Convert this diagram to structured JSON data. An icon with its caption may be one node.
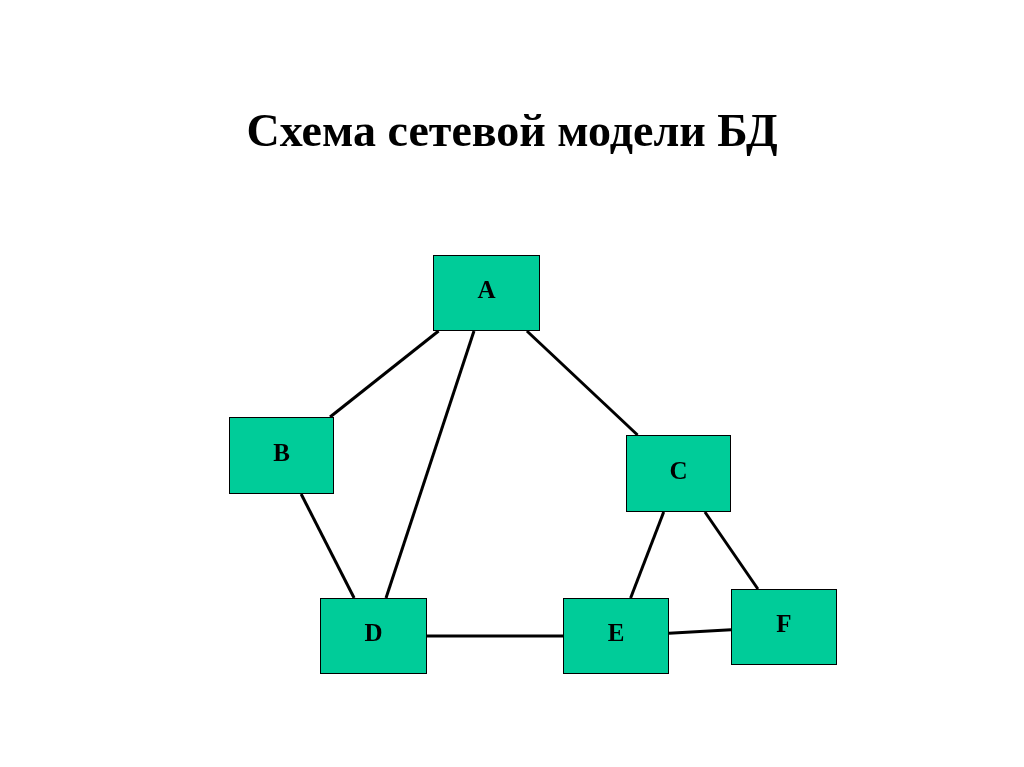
{
  "diagram": {
    "title": "Схема сетевой модели БД",
    "nodes": [
      {
        "text": [
          "A"
        ]
      },
      {
        "text": [
          "B"
        ]
      },
      {
        "text": [
          "C"
        ]
      },
      {
        "text": [
          "D"
        ]
      },
      {
        "text": [
          "E"
        ]
      },
      {
        "text": [
          "F"
        ]
      }
    ],
    "edges": [
      {
        "from": 0,
        "to": 1,
        "arrow": "none"
      },
      {
        "from": 0,
        "to": 3,
        "arrow": "none"
      },
      {
        "from": 0,
        "to": 2,
        "arrow": "none"
      },
      {
        "from": 1,
        "to": 3,
        "arrow": "none"
      },
      {
        "from": 2,
        "to": 4,
        "arrow": "none"
      },
      {
        "from": 2,
        "to": 5,
        "arrow": "none"
      },
      {
        "from": 3,
        "to": 4,
        "arrow": "none"
      },
      {
        "from": 4,
        "to": 5,
        "arrow": "none"
      }
    ]
  }
}
